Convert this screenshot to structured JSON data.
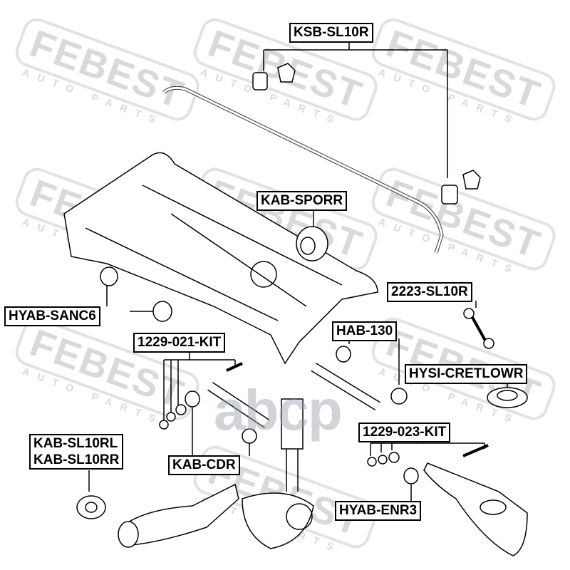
{
  "watermark": {
    "brand": "FEBEST",
    "sub": "AUTO PARTS",
    "center": "abcp"
  },
  "labels": {
    "ksb": "KSB-SL10R",
    "kab_sporr": "KAB-SPORR",
    "link": "2223-SL10R",
    "hyab_sanc6": "HYAB-SANC6",
    "hab130": "HAB-130",
    "kit021": "1229-021-KIT",
    "hysi": "HYSI-CRETLOWR",
    "kab_sl10rl": "KAB-SL10RL",
    "kab_sl10rr": "KAB-SL10RR",
    "kab_cdr": "KAB-CDR",
    "kit023": "1229-023-KIT",
    "hyab_enr3": "HYAB-ENR3"
  }
}
